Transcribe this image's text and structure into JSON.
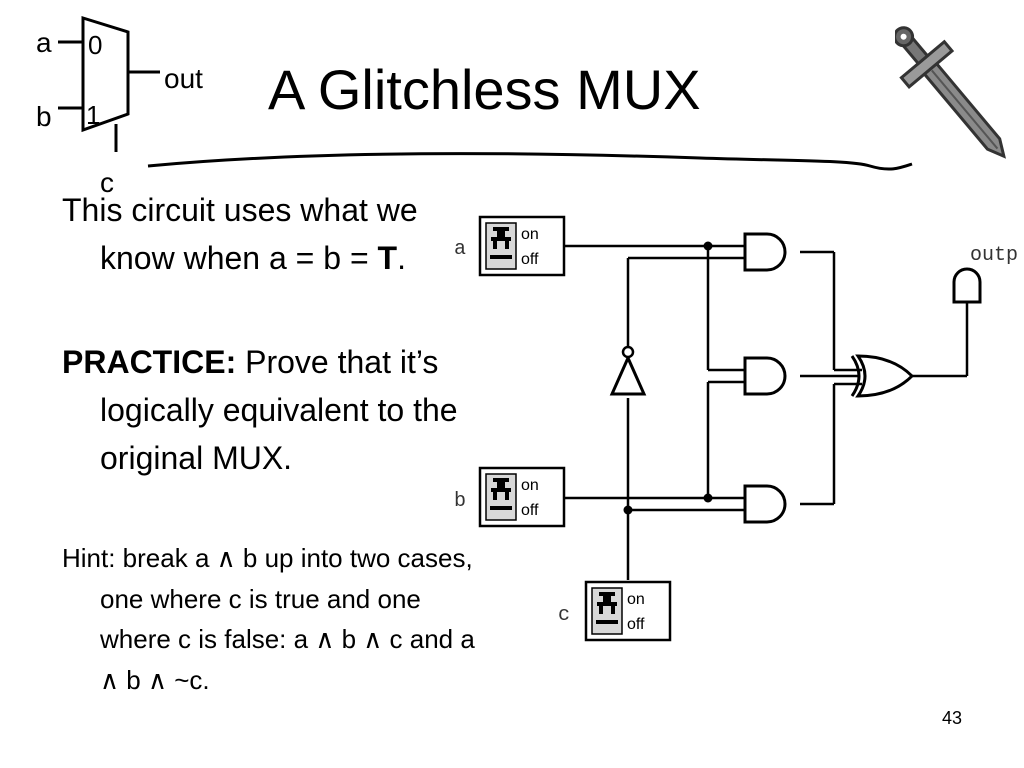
{
  "slide": {
    "title": "A Glitchless MUX",
    "page_number": "43"
  },
  "mux_icon": {
    "input_a": "a",
    "input_b": "b",
    "select": "c",
    "sel_0": "0",
    "sel_1": "1",
    "output": "out"
  },
  "body": {
    "p1_text": "This circuit uses what we know when a = b = ",
    "p1_bold": "T",
    "p1_end": ".",
    "p2_bold": "PRACTICE:",
    "p2_text": " Prove that it’s logically equivalent to the original MUX.",
    "p3_text": "Hint: break a ∧ b up into two cases, one where c is true and one where c is false: a ∧ b ∧ c and a ∧ b ∧ ~c."
  },
  "circuit": {
    "input_a": "a",
    "input_b": "b",
    "input_c": "c",
    "output_label": "outp",
    "switch_on": "on",
    "switch_off": "off"
  }
}
